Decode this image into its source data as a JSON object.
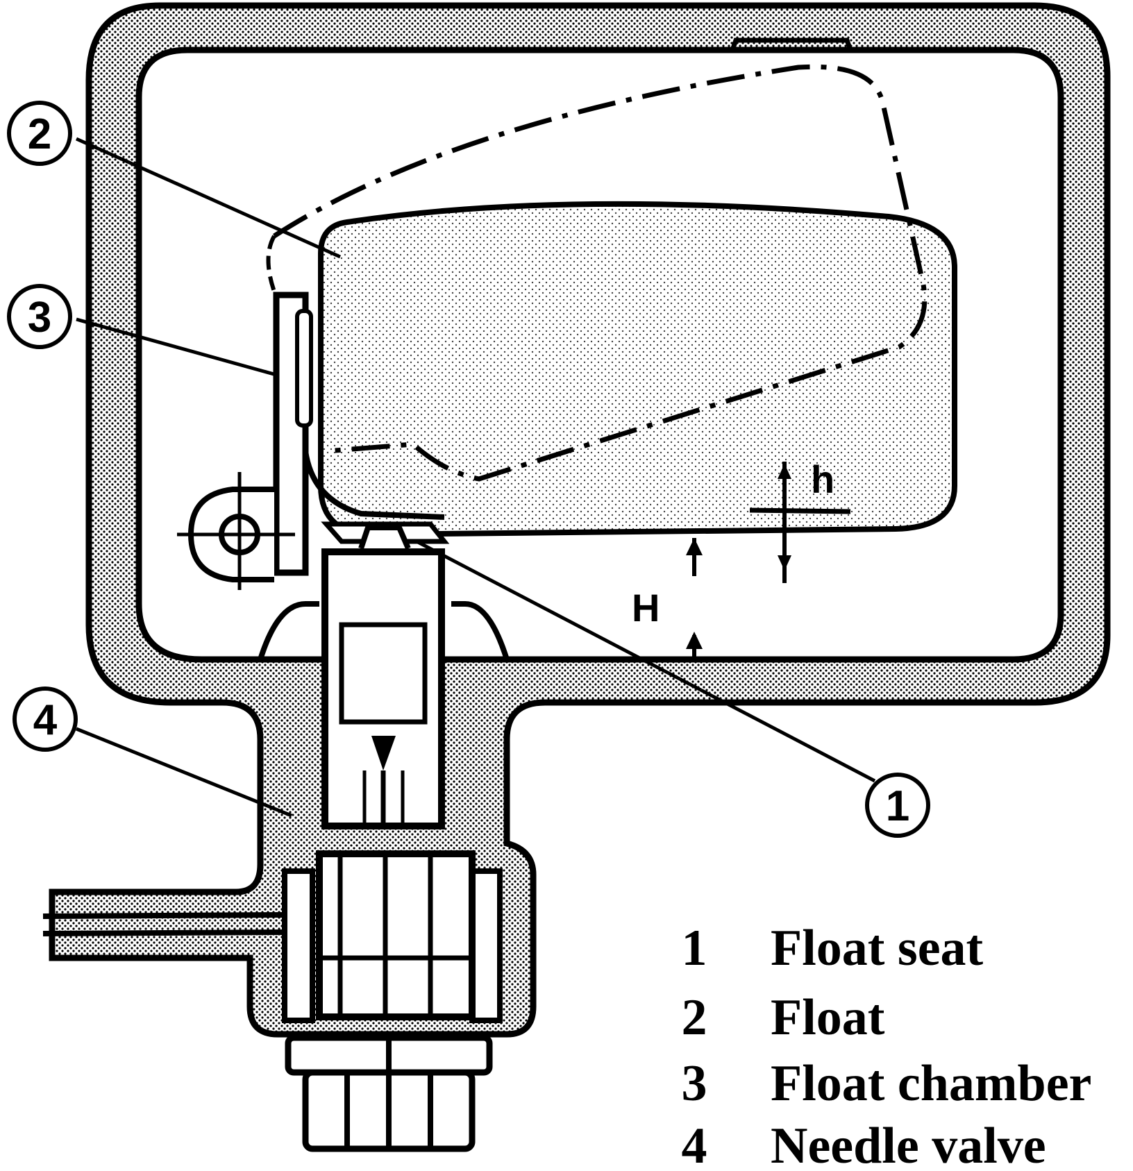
{
  "callouts": [
    {
      "number": "1",
      "part": "Float seat"
    },
    {
      "number": "2",
      "part": "Float"
    },
    {
      "number": "3",
      "part": "Float chamber"
    },
    {
      "number": "4",
      "part": "Needle valve"
    }
  ],
  "dimensions": {
    "small": "h",
    "large": "H"
  },
  "legend": [
    {
      "number": "1",
      "label": "Float seat"
    },
    {
      "number": "2",
      "label": "Float"
    },
    {
      "number": "3",
      "label": "Float chamber"
    },
    {
      "number": "4",
      "label": "Needle valve"
    }
  ],
  "colors": {
    "ink": "#000000",
    "paper": "#ffffff",
    "shade": "#9a9a9a"
  }
}
